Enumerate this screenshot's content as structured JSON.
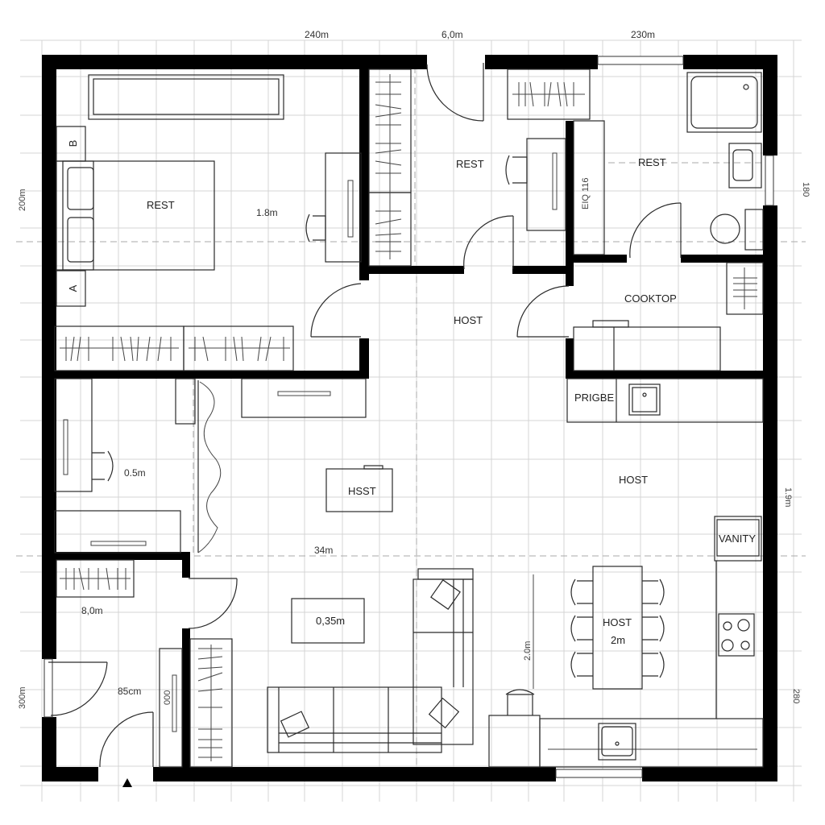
{
  "plan": {
    "top_dimensions": [
      "240m",
      "6,0m",
      "230m"
    ],
    "left_dimensions": [
      "200m",
      "300m"
    ],
    "right_dimensions": [
      "180",
      "1.9m",
      "280"
    ],
    "rooms": {
      "bedroom_main": {
        "label": "REST",
        "dimension": "1.8m",
        "nightstand_top": "B",
        "nightstand_bottom": "A"
      },
      "bedroom_middle": {
        "label": "REST"
      },
      "bathroom": {
        "label": "REST",
        "closet_label": "EIQ 116"
      },
      "hallway": {
        "label": "HOST"
      },
      "kitchen": {
        "label": "COOKTOP",
        "fridge_label": "PRIGBE"
      },
      "living_upper": {
        "label": "HOST",
        "vanity_label": "VANITY"
      },
      "study": {
        "dimension": "0.5m"
      },
      "living_center": {
        "table_label": "HSST",
        "dimension": "34m"
      },
      "entry": {
        "dimension_top": "8,0m",
        "dimension_door": "85cm",
        "cabinet_label": "000"
      },
      "living_lower": {
        "coffee_table_label": "0,35m",
        "sofa_dimension": "2.0m"
      },
      "dining": {
        "table_label": "HOST",
        "table_dimension": "2m"
      }
    },
    "entrance_marker": "▲"
  }
}
